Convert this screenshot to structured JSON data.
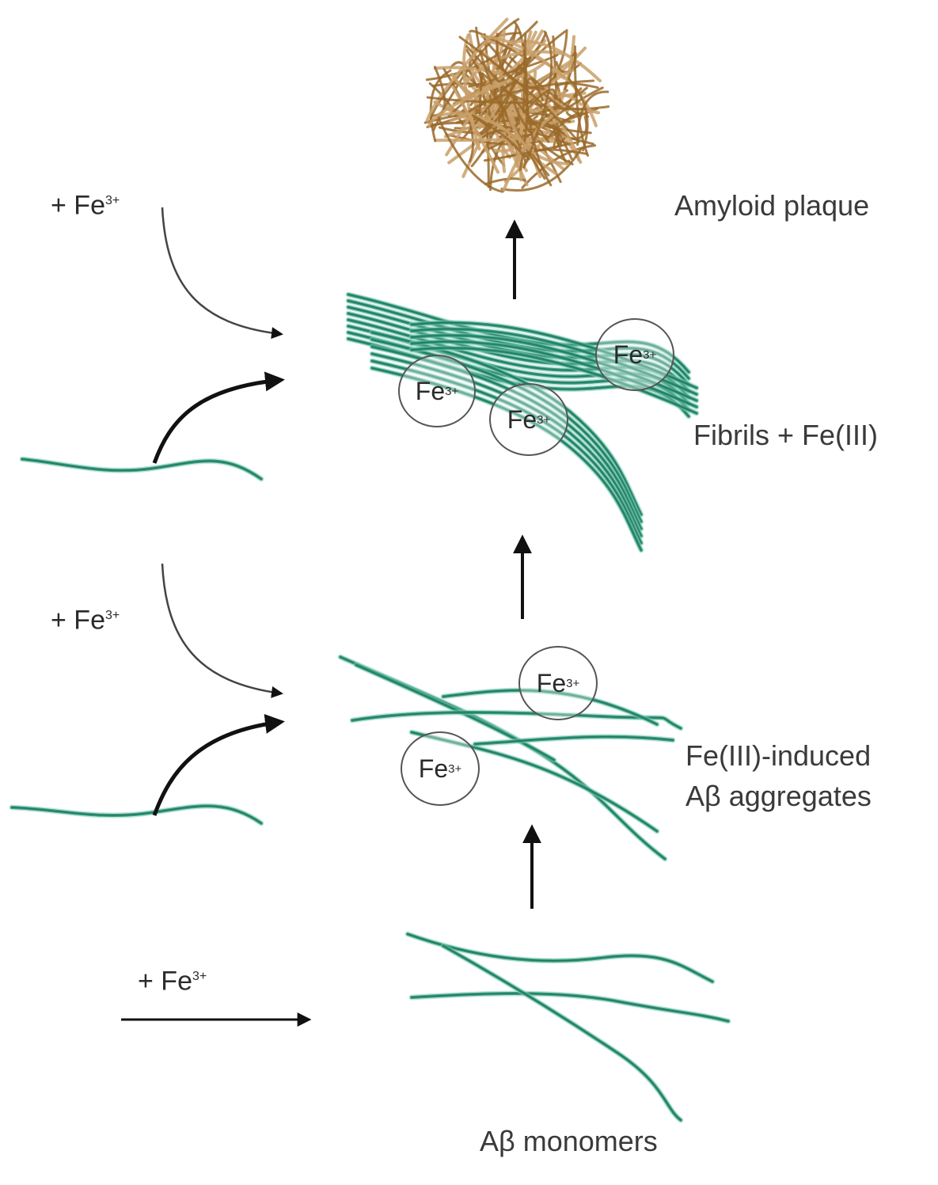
{
  "labels": {
    "amyloid_plaque": "Amyloid plaque",
    "fibrils_fe": "Fibrils + Fe(III)",
    "aggregates_line1": "Fe(III)-induced",
    "aggregates_line2": "Aβ aggregates",
    "monomers": "Aβ monomers"
  },
  "reagent": {
    "prefix": "+ Fe",
    "charge": "3+"
  },
  "ion": {
    "symbol": "Fe",
    "charge": "3+"
  },
  "colors": {
    "fibril": "#2e9a7a",
    "fibril_light": "#8fd0bd",
    "plaque": "#9a6a2a",
    "plaque_light": "#c9a06a",
    "arrow": "#111111"
  }
}
